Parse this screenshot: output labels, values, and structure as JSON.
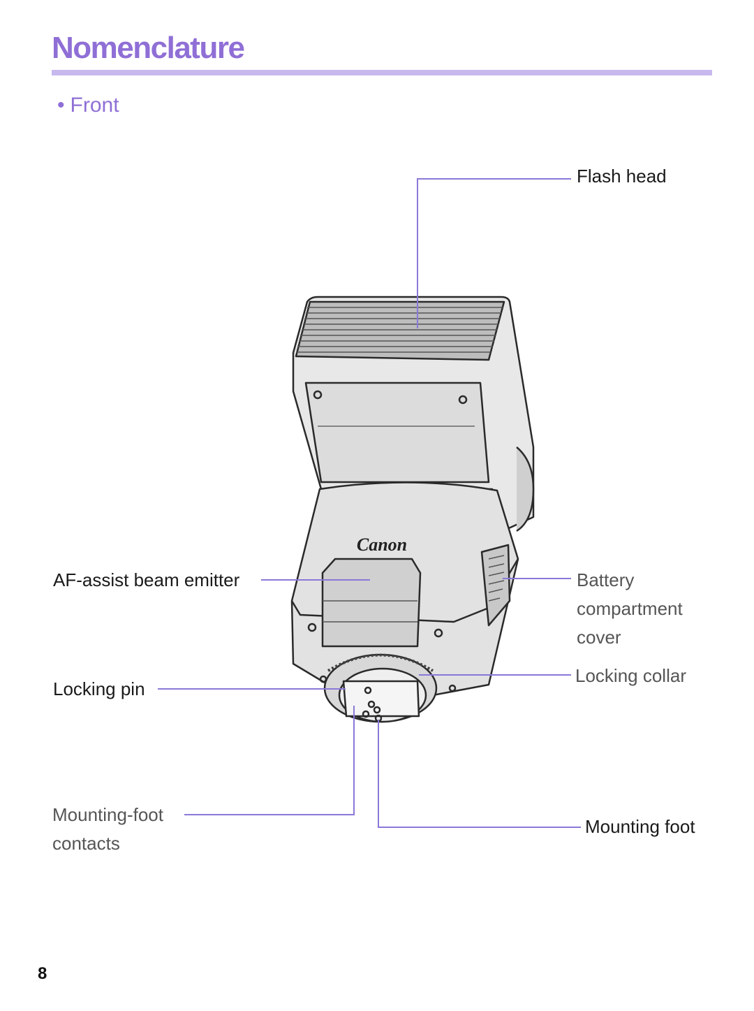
{
  "page": {
    "title": "Nomenclature",
    "section_bullet": "•",
    "section": "Front",
    "page_number": "8"
  },
  "brand_logo": "Canon",
  "labels": {
    "flash_head": "Flash head",
    "af_assist": "AF-assist beam emitter",
    "battery_line1": "Battery",
    "battery_line2": "compartment",
    "battery_line3": "cover",
    "locking_collar": "Locking collar",
    "locking_pin": "Locking pin",
    "mounting_foot_contacts_line1": "Mounting-foot",
    "mounting_foot_contacts_line2": "contacts",
    "mounting_foot": "Mounting foot"
  },
  "colors": {
    "accent": "#8f6fd6",
    "rule": "#c7b8ee",
    "leader_line": "#8a78d8"
  }
}
